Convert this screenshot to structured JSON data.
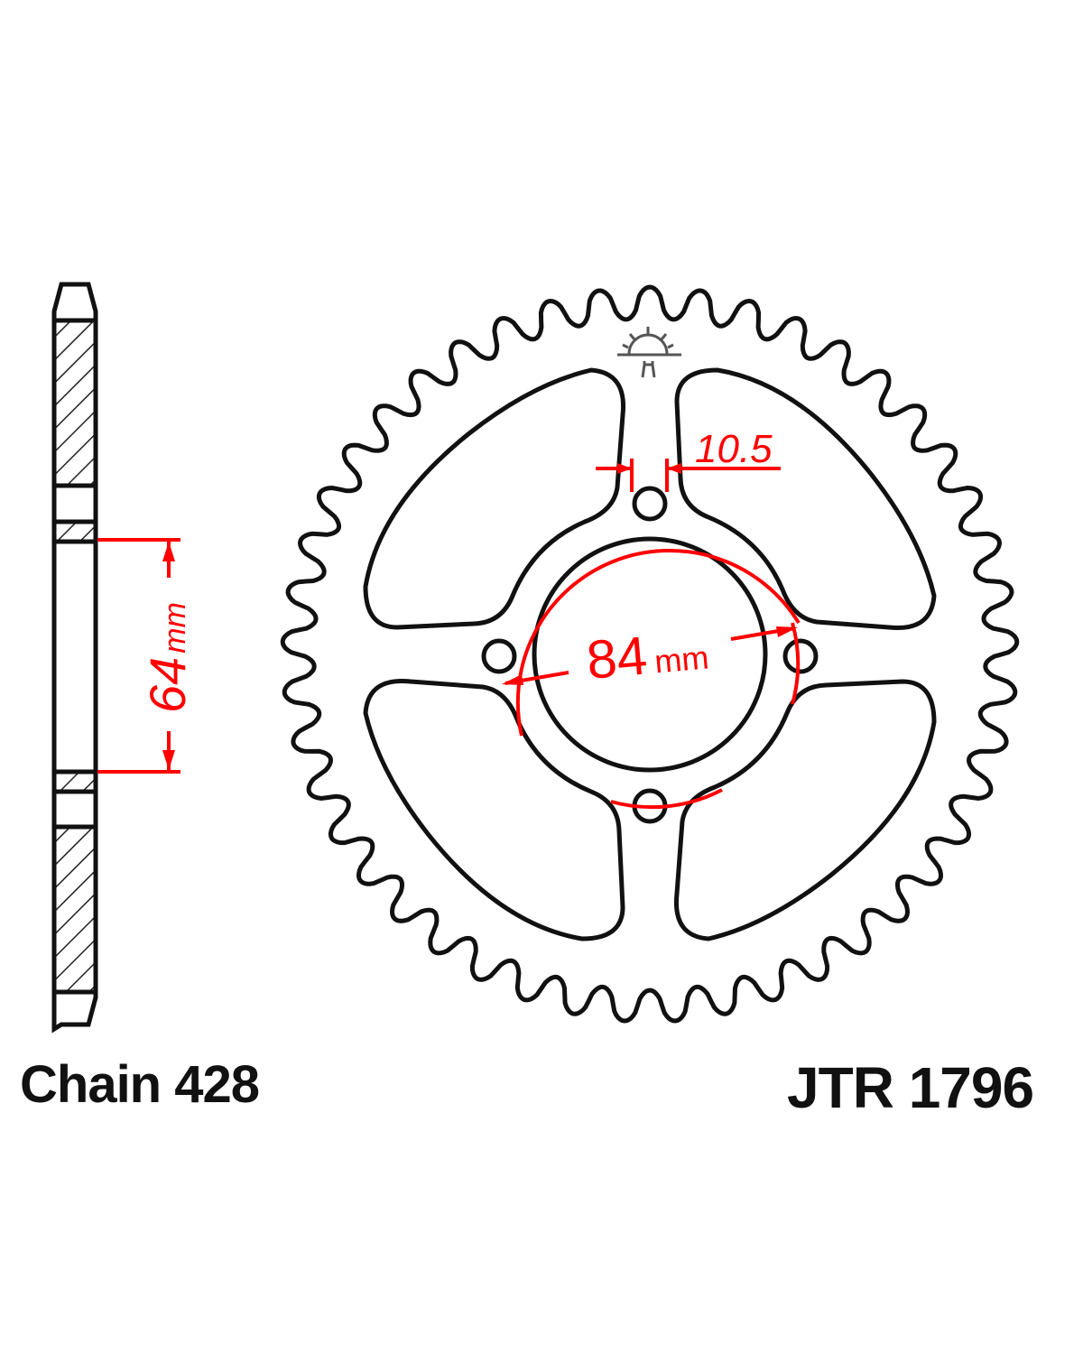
{
  "labels": {
    "chain": "Chain 428",
    "part_number": "JTR 1796"
  },
  "dimensions": {
    "bolt_hole": "10.5",
    "pcd_value": "84",
    "pcd_unit": "mm",
    "center_bore_value": "64",
    "center_bore_unit": "mm"
  },
  "sprocket": {
    "teeth": 45,
    "bolt_holes": 4
  },
  "colors": {
    "line": "#111111",
    "dimension": "#ff0000"
  }
}
